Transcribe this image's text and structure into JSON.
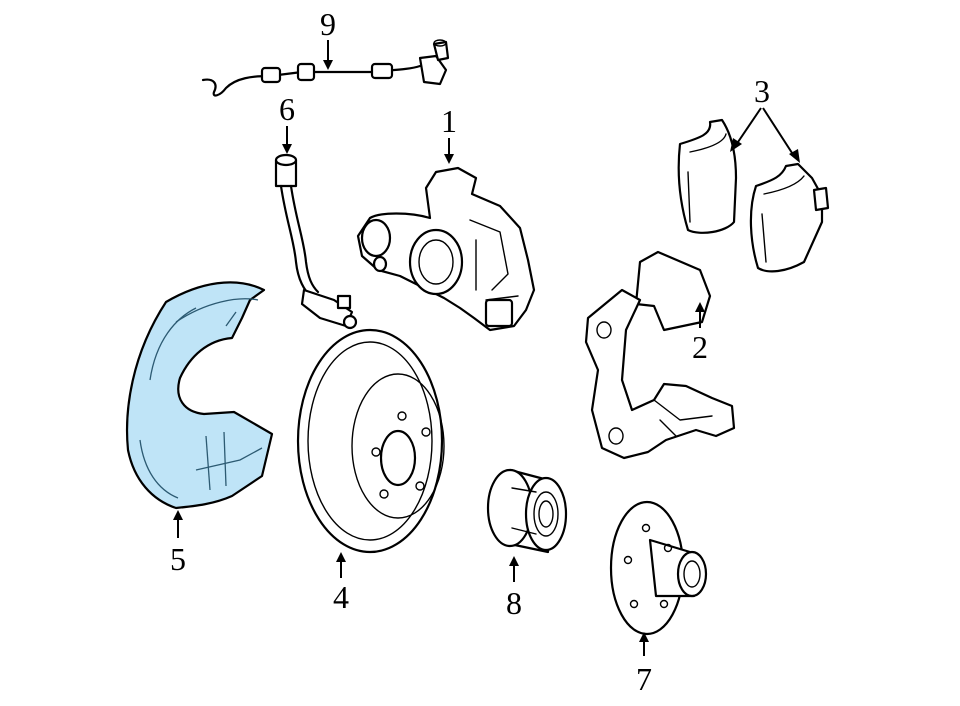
{
  "diagram": {
    "highlight_color": "#bfe4f7",
    "parts": [
      {
        "id": "caliper",
        "callout": "1"
      },
      {
        "id": "caliper-bracket",
        "callout": "2"
      },
      {
        "id": "brake-pads",
        "callout": "3"
      },
      {
        "id": "rotor",
        "callout": "4"
      },
      {
        "id": "splash-shield",
        "callout": "5",
        "highlighted": true
      },
      {
        "id": "brake-hose",
        "callout": "6"
      },
      {
        "id": "hub",
        "callout": "7"
      },
      {
        "id": "wheel-bearing",
        "callout": "8"
      },
      {
        "id": "abs-sensor-wire",
        "callout": "9"
      }
    ]
  }
}
